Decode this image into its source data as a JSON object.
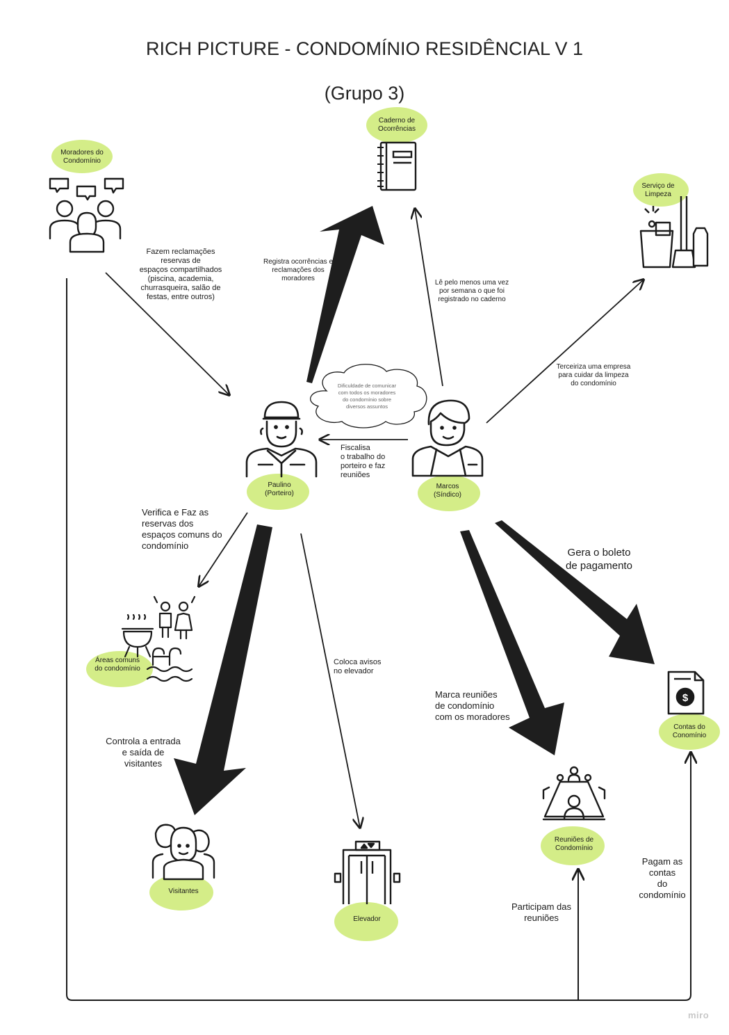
{
  "title": {
    "line1": "RICH PICTURE - CONDOMÍNIO RESIDÊNCIAL V 1",
    "line2": "(Grupo 3)"
  },
  "nodes": {
    "moradores": "Moradores do\nCondomínio",
    "caderno": "Caderno de\nOcorrências",
    "limpeza": "Serviço de\nLimpeza",
    "paulino": "Paulino\n(Porteiro)",
    "marcos": "Marcos\n(Síndico)",
    "areas": "Áreas comuns\ndo condomínio",
    "contas": "Contas do\nConomínio",
    "reunioes": "Reuniões de\nCondomínio",
    "visitantes": "Visitantes",
    "elevador": "Elevador"
  },
  "cloud": "Dificuldade de comunicar\ncom todos os moradores\ndo condomínio sobre\ndiversos assuntos",
  "edges": {
    "reclamacoes": "Fazem reclamações\nreservas de\nespaços compartilhados\n(piscina, academia,\nchurrasqueira, salão de\nfestas, entre outros)",
    "registra": "Registra ocorrências e\nreclamações dos\nmoradores",
    "le": "Lê pelo menos uma vez\npor semana o que foi\nregistrado no caderno",
    "terceiriza": "Terceiriza uma empresa\npara cuidar da limpeza\ndo condomínio",
    "fiscaliza": "Fiscalisa\no trabalho do\nporteiro e faz\nreuniões",
    "verifica": "Verifica e Faz as\nreservas dos\nespaços comuns do\ncondomínio",
    "boleto": "Gera o boleto\nde pagamento",
    "avisos": "Coloca avisos\nno elevador",
    "marca": "Marca reuniões\nde condomínio\ncom os moradores",
    "controla": "Controla a entrada\ne saída de\nvisitantes",
    "participam": "Participam das\nreuniões",
    "pagam": "Pagam as\ncontas\ndo\ncondomínio"
  },
  "colors": {
    "highlight": "#c9e86a",
    "stroke": "#1a1a1a",
    "bold_arrow": "#1e1e1e"
  },
  "icons": [
    "speech-bubbles-people-icon",
    "notebook-icon",
    "cleaning-bucket-icon",
    "porter-icon",
    "manager-icon",
    "bbq-pool-icon",
    "bill-dollar-icon",
    "meeting-table-icon",
    "visitors-group-icon",
    "elevator-icon"
  ],
  "watermark": "miro"
}
